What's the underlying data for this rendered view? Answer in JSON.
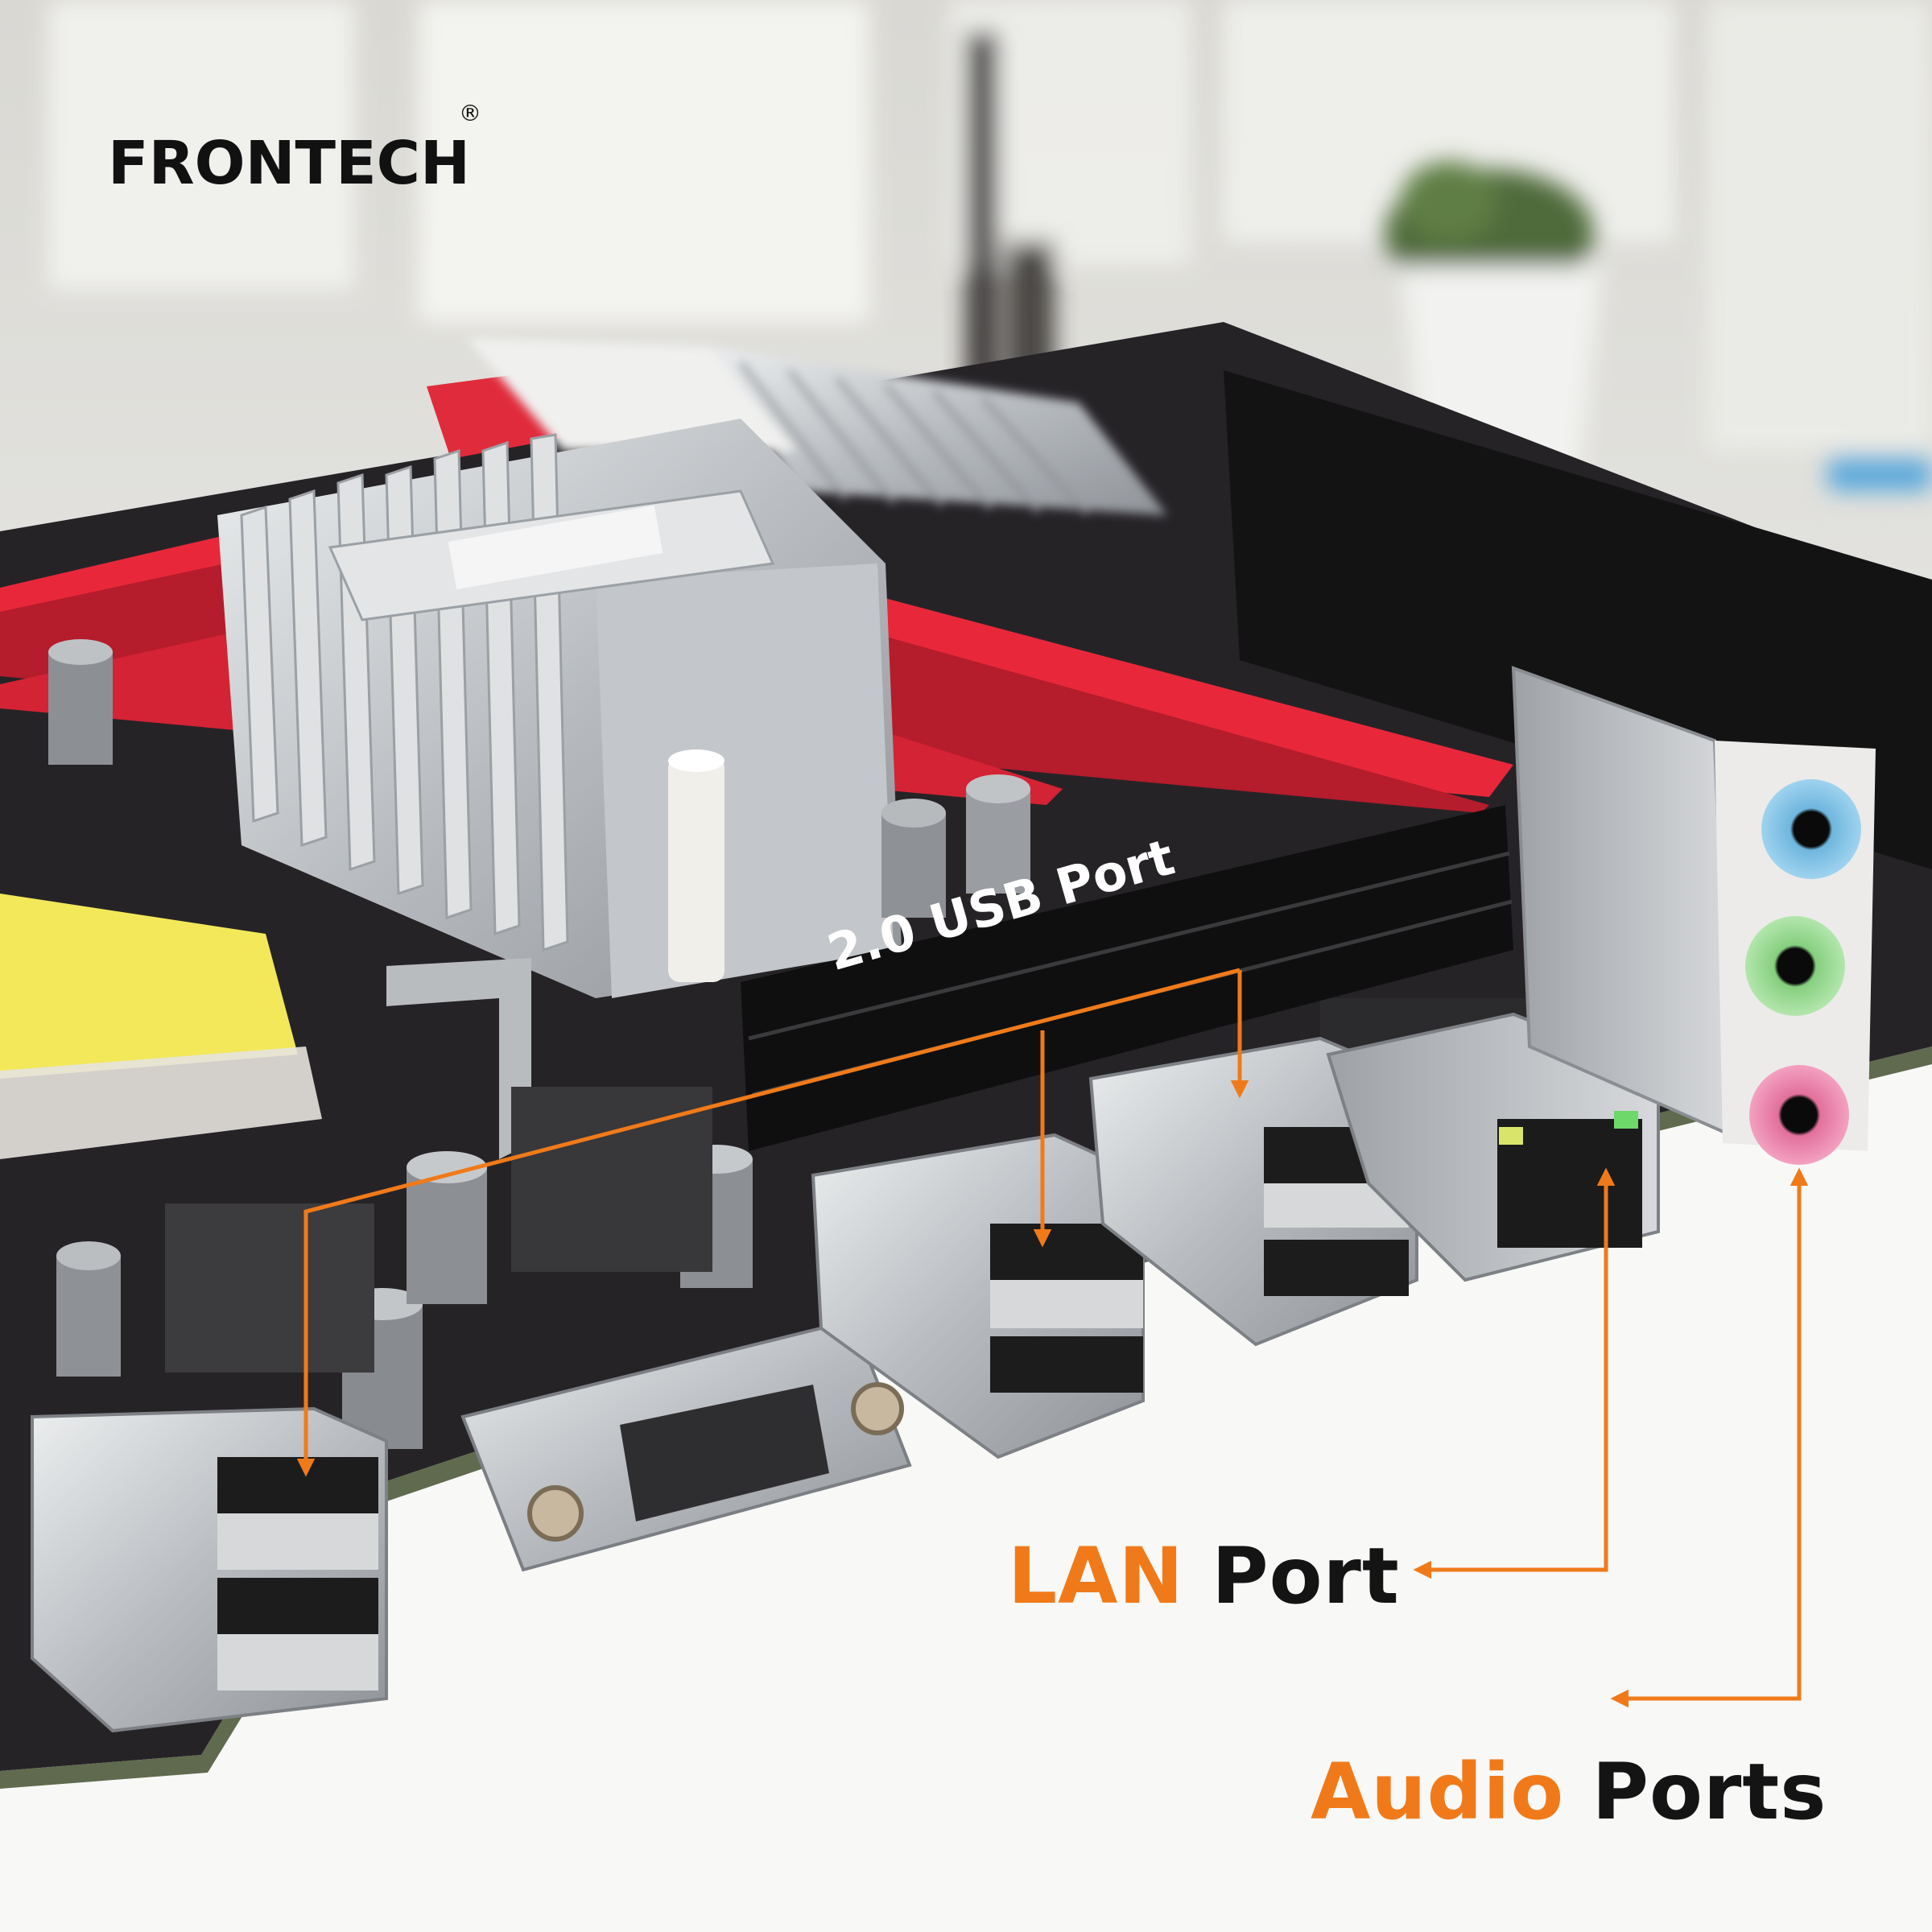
{
  "brand": {
    "logo_text": "FRONTECH",
    "registered_mark": "®"
  },
  "labels": {
    "usb": "2.0 USB Port",
    "lan_accent": "LAN",
    "lan_rest": "Port",
    "audio_accent": "Audio",
    "audio_rest": "Ports"
  },
  "colors": {
    "accent": "#f07a1a",
    "text_dark": "#141414",
    "board": "#1f1d1f",
    "slot_red": "#e8283a",
    "heatsink": "#c9cbcf",
    "cpu_socket": "#f2e85a",
    "audio_blue": "#8ec9ea",
    "audio_green": "#9fdc98",
    "audio_pink": "#ef88b0",
    "background": "#f4f4f2"
  }
}
